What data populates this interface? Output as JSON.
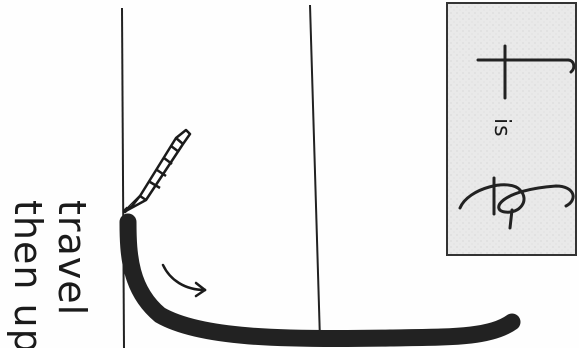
{
  "instruction": {
    "line1": "travel",
    "line2": "then up"
  },
  "letter_box": {
    "glyph_plain": "f",
    "connector_word": "is",
    "glyph_cursive": "f"
  },
  "colors": {
    "ink": "#1b1b1b",
    "stroke": "#222222",
    "box_border": "#333333",
    "box_fill": "#e9e9e9",
    "paper": "#fefefe"
  },
  "icons": {
    "pencil": "pencil-icon",
    "arrow": "curved-arrow-icon"
  }
}
